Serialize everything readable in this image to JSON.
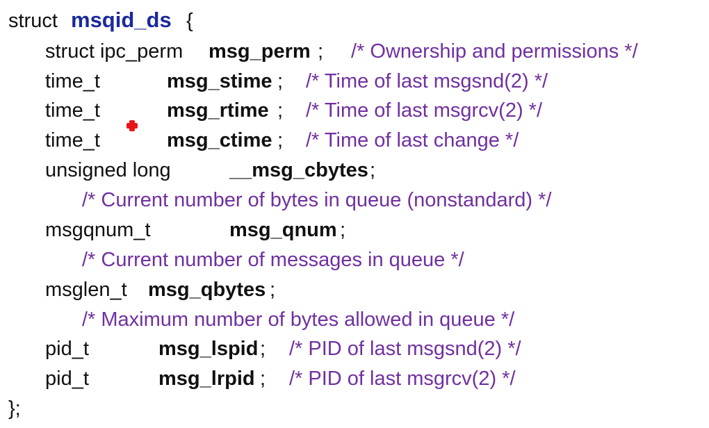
{
  "header": {
    "keyword": "struct",
    "name": "msqid_ds",
    "open_brace": "{"
  },
  "rows": [
    {
      "type": "struct ipc_perm",
      "field": "msg_perm",
      "semi": ";",
      "comment": "/* Ownership and permissions */"
    },
    {
      "type": "time_t",
      "field": "msg_stime",
      "semi": ";",
      "comment": "/* Time of last msgsnd(2) */"
    },
    {
      "type": "time_t",
      "field": "msg_rtime",
      "semi": ";",
      "comment": "/* Time of last msgrcv(2) */"
    },
    {
      "type": "time_t",
      "field": "msg_ctime",
      "semi": ";",
      "comment": "/* Time of last change */"
    },
    {
      "type": "unsigned long",
      "field": "__msg_cbytes",
      "semi": ";"
    },
    {
      "comment": "/* Current number of bytes in queue (nonstandard) */"
    },
    {
      "type": "msgqnum_t",
      "field": "msg_qnum",
      "semi": ";"
    },
    {
      "comment": "/* Current number of messages in queue */"
    },
    {
      "type": "msglen_t",
      "field": "msg_qbytes",
      "semi": ";"
    },
    {
      "comment": "/* Maximum number of bytes allowed in queue */"
    },
    {
      "type": "pid_t",
      "field": "msg_lspid",
      "semi": ";",
      "comment": "/* PID of last msgsnd(2) */"
    },
    {
      "type": "pid_t",
      "field": "msg_lrpid",
      "semi": ";",
      "comment": "/* PID of last msgrcv(2) */"
    }
  ],
  "footer": {
    "close": "};"
  },
  "colors": {
    "struct_name": "#1a2a9c",
    "comment": "#7030a0",
    "text": "#111111",
    "pointer": "#e8141a"
  }
}
